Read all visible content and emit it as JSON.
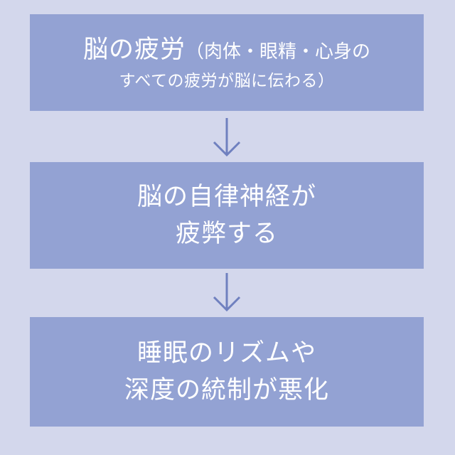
{
  "steps": [
    {
      "title": "脳の疲労",
      "note_line1": "（肉体・眼精・心身の",
      "note_line2": "すべての疲労が脳に伝わる）"
    },
    {
      "line1": "脳の自律神経が",
      "line2": "疲弊する"
    },
    {
      "line1": "睡眠のリズムや",
      "line2": "深度の統制が悪化"
    }
  ],
  "colors": {
    "background": "#d3d7ec",
    "box": "#93a2d3",
    "arrow": "#6f80bf",
    "text": "#ffffff"
  },
  "icons": [
    "arrow-down-icon",
    "arrow-down-icon"
  ]
}
